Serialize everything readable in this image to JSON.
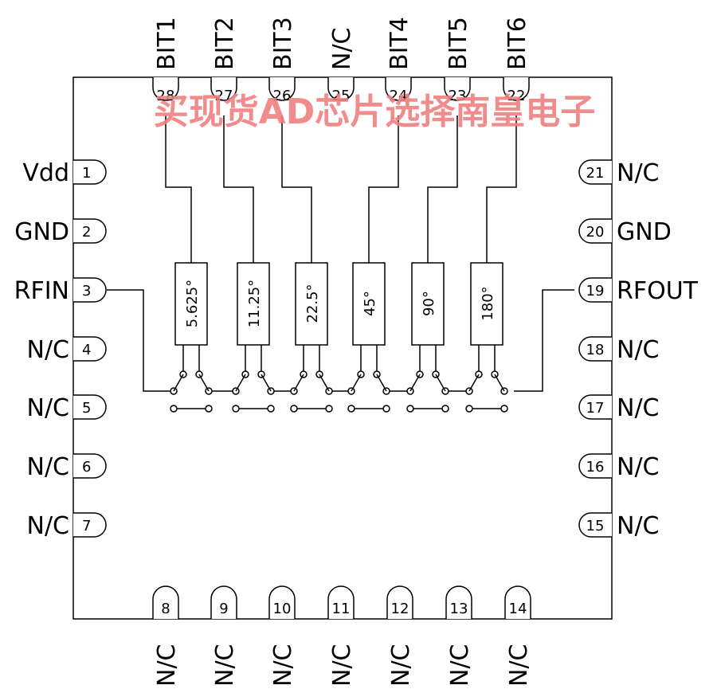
{
  "watermark": "买现货AD芯片选择南皇电子",
  "pins": {
    "top": [
      {
        "num": "28",
        "label": "BIT1"
      },
      {
        "num": "27",
        "label": "BIT2"
      },
      {
        "num": "26",
        "label": "BIT3"
      },
      {
        "num": "25",
        "label": "N/C"
      },
      {
        "num": "24",
        "label": "BIT4"
      },
      {
        "num": "23",
        "label": "BIT5"
      },
      {
        "num": "22",
        "label": "BIT6"
      }
    ],
    "left": [
      {
        "num": "1",
        "label": "Vdd"
      },
      {
        "num": "2",
        "label": "GND"
      },
      {
        "num": "3",
        "label": "RFIN"
      },
      {
        "num": "4",
        "label": "N/C"
      },
      {
        "num": "5",
        "label": "N/C"
      },
      {
        "num": "6",
        "label": "N/C"
      },
      {
        "num": "7",
        "label": "N/C"
      }
    ],
    "right": [
      {
        "num": "21",
        "label": "N/C"
      },
      {
        "num": "20",
        "label": "GND"
      },
      {
        "num": "19",
        "label": "RFOUT"
      },
      {
        "num": "18",
        "label": "N/C"
      },
      {
        "num": "17",
        "label": "N/C"
      },
      {
        "num": "16",
        "label": "N/C"
      },
      {
        "num": "15",
        "label": "N/C"
      }
    ],
    "bottom": [
      {
        "num": "8",
        "label": "N/C"
      },
      {
        "num": "9",
        "label": "N/C"
      },
      {
        "num": "10",
        "label": "N/C"
      },
      {
        "num": "11",
        "label": "N/C"
      },
      {
        "num": "12",
        "label": "N/C"
      },
      {
        "num": "13",
        "label": "N/C"
      },
      {
        "num": "14",
        "label": "N/C"
      }
    ]
  },
  "blocks": [
    "5.625°",
    "11.25°",
    "22.5°",
    "45°",
    "90°",
    "180°"
  ]
}
